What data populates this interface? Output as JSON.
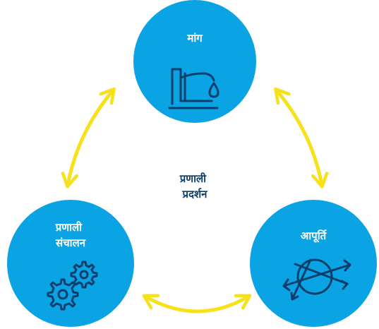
{
  "diagram": {
    "center_label": [
      "प्रणाली",
      "प्रदर्शन"
    ],
    "nodes": {
      "demand": {
        "label": [
          "मांग"
        ],
        "icon": "faucet-icon"
      },
      "supply": {
        "label": [
          "आपूर्ति"
        ],
        "icon": "compass-arrows-icon"
      },
      "operations": {
        "label": [
          "प्रणाली",
          "संचालन"
        ],
        "icon": "gears-icon"
      }
    },
    "colors": {
      "node_fill": "#0aa3e4",
      "icon_stroke": "#0b3f6b",
      "arrow": "#f7e11a",
      "center_text": "#0b3f6b",
      "node_text": "#ffffff"
    }
  }
}
